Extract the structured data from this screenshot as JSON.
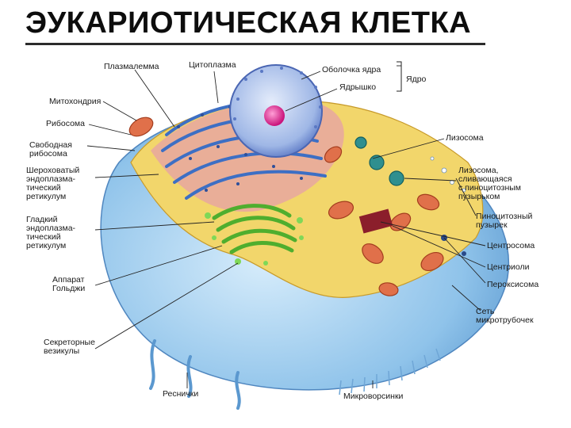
{
  "title": "ЭУКАРИОТИЧЕСКАЯ КЛЕТКА",
  "labels": {
    "plasmalemma": "Плазмалемма",
    "cytoplasm": "Цитоплазма",
    "nuclear_envelope": "Оболочка ядра",
    "nucleolus": "Ядрышко",
    "nucleus": "Ядро",
    "mitochondrion": "Митохондрия",
    "ribosome": "Рибосома",
    "free_ribosome": "Свободная\nрибосома",
    "rough_er": "Шероховатый\nэндоплазма-\nтический\nретикулум",
    "smooth_er": "Гладкий\nэндоплазма-\nтический\nретикулум",
    "golgi": "Аппарат\nГольджи",
    "secretory_vesicles": "Секреторные\nвезикулы",
    "cilia": "Реснички",
    "microvilli": "Микроворсинки",
    "lysosome": "Лизосома",
    "lysosome_fusing": "Лизосома,\nсливающаяся\nс пиноцитозным\nпузырьком",
    "pinocytic_vesicle": "Пиноцитозный\nпузырек",
    "centrosome": "Центросома",
    "centrioles": "Центриоли",
    "peroxisome": "Пероксисома",
    "microtubule_network": "Сеть\nмикротрубочек"
  },
  "colors": {
    "membrane": "#8fc3ea",
    "cytoplasm": "#f2d66b",
    "nucleus": "#9fb7e6",
    "nucleolus": "#e0208f",
    "mitochondria": "#e0704a",
    "golgi": "#5fc23a",
    "er": "#3d6fc4"
  }
}
